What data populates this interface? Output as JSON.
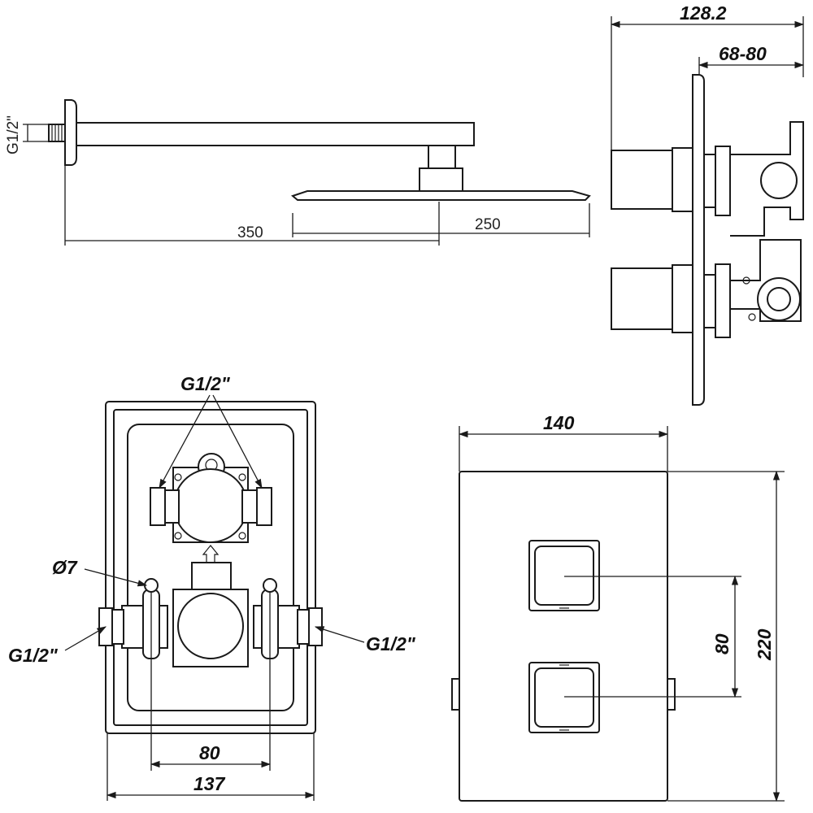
{
  "shower_arm_view": {
    "thread_label": "G1/2\"",
    "arm_length": "350",
    "head_width": "250"
  },
  "side_view": {
    "total_depth": "128.2",
    "wall_depth": "68-80"
  },
  "valve_body_view": {
    "top_inlet": "G1/2\"",
    "hole_diameter": "Ø7",
    "left_inlet": "G1/2\"",
    "right_inlet": "G1/2\"",
    "handle_spacing": "80",
    "body_width": "137"
  },
  "cover_plate_view": {
    "plate_width": "140",
    "plate_height": "220",
    "handle_spacing": "80"
  }
}
